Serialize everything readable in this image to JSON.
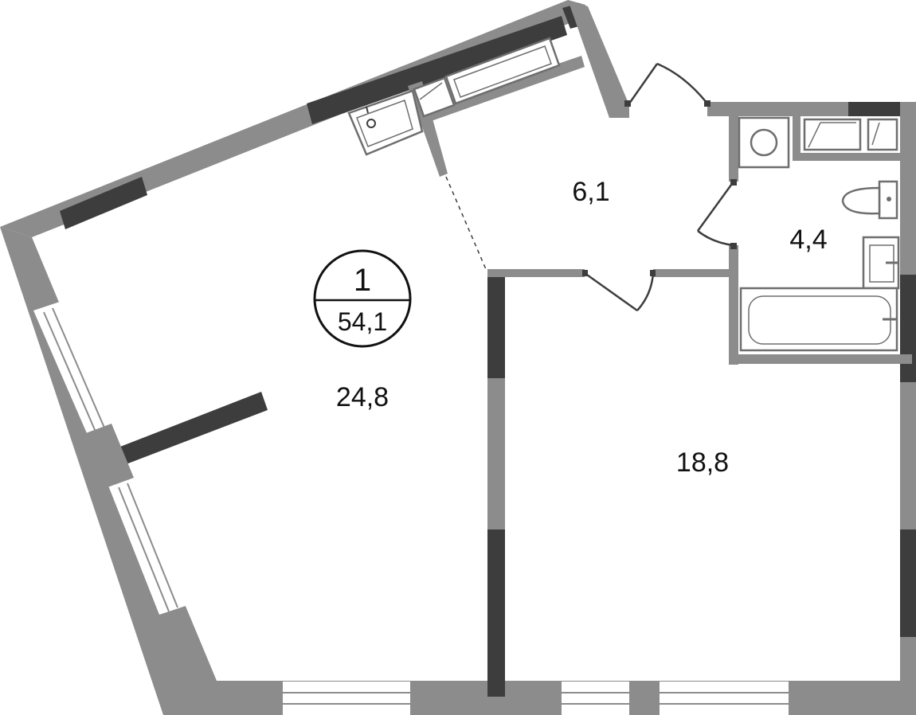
{
  "apartment": {
    "rooms_count": "1",
    "total_area": "54,1"
  },
  "rooms": [
    {
      "id": "living-kitchen",
      "area": "24,8"
    },
    {
      "id": "hallway",
      "area": "6,1"
    },
    {
      "id": "bathroom",
      "area": "4,4"
    },
    {
      "id": "bedroom",
      "area": "18,8"
    }
  ],
  "colors": {
    "wall": "#8c8c8c",
    "load_bearing_wall": "#3d3d3d",
    "background": "#ffffff"
  }
}
